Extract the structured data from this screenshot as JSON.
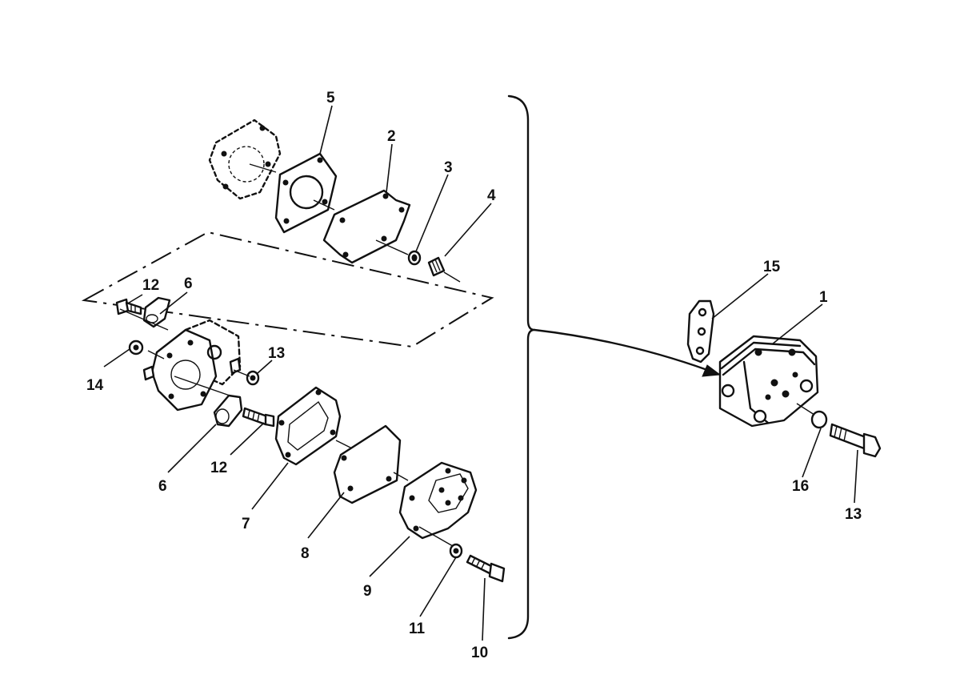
{
  "callouts": [
    {
      "key": "c1",
      "label": "1"
    },
    {
      "key": "c2",
      "label": "2"
    },
    {
      "key": "c3",
      "label": "3"
    },
    {
      "key": "c4",
      "label": "4"
    },
    {
      "key": "c5",
      "label": "5"
    },
    {
      "key": "c6a",
      "label": "6"
    },
    {
      "key": "c6b",
      "label": "6"
    },
    {
      "key": "c7",
      "label": "7"
    },
    {
      "key": "c8",
      "label": "8"
    },
    {
      "key": "c9",
      "label": "9"
    },
    {
      "key": "c10",
      "label": "10"
    },
    {
      "key": "c11",
      "label": "11"
    },
    {
      "key": "c12a",
      "label": "12"
    },
    {
      "key": "c12b",
      "label": "12"
    },
    {
      "key": "c13a",
      "label": "13"
    },
    {
      "key": "c13b",
      "label": "13"
    },
    {
      "key": "c14",
      "label": "14"
    },
    {
      "key": "c15",
      "label": "15"
    },
    {
      "key": "c16",
      "label": "16"
    }
  ]
}
